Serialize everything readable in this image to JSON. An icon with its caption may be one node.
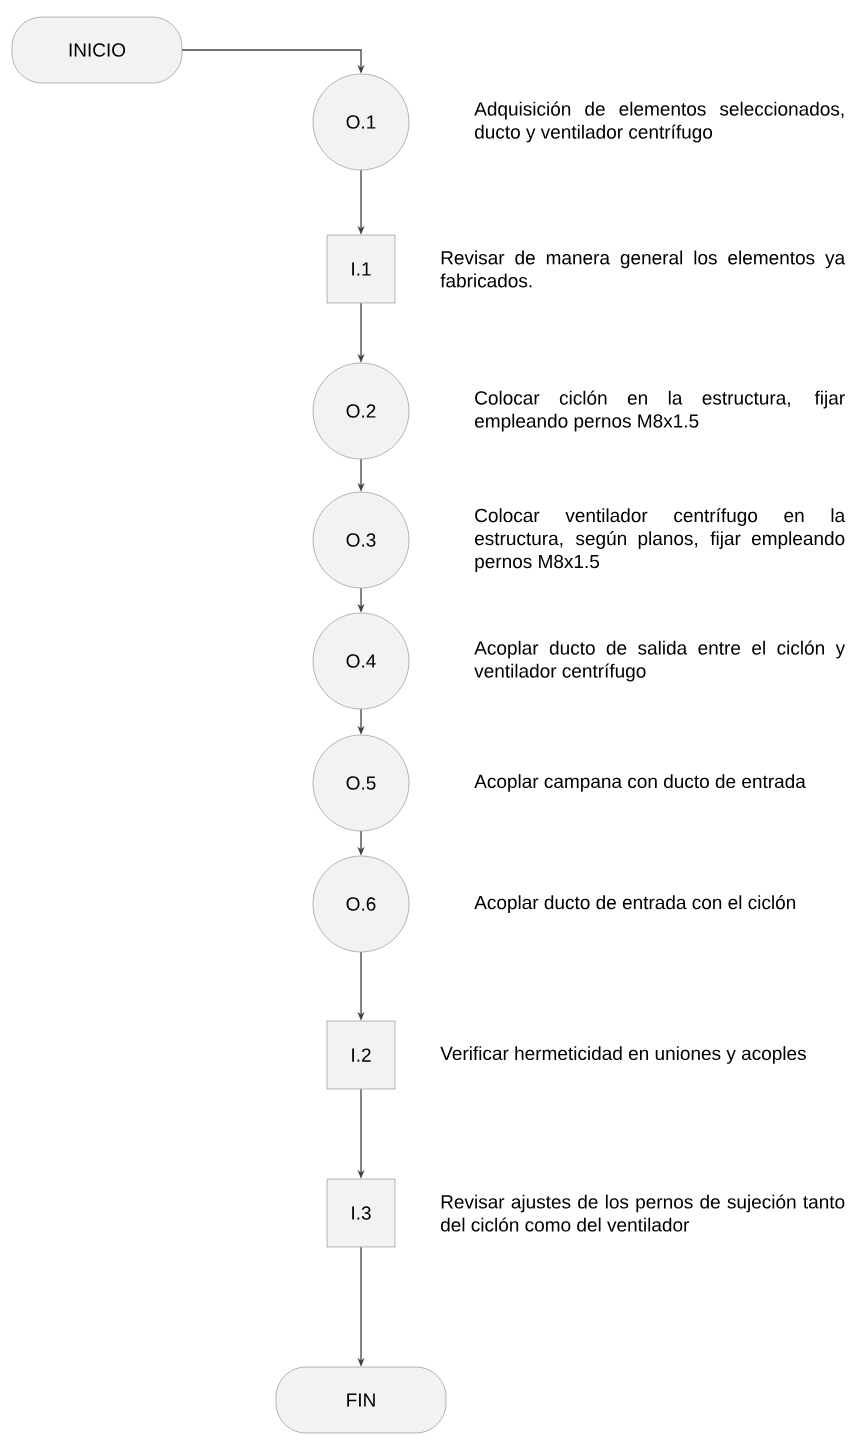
{
  "diagram": {
    "nodes": [
      {
        "text": [
          "INICIO"
        ]
      },
      {
        "text": [
          "O.1"
        ],
        "beside": [
          "Adquisición de elementos seleccionados, ducto y ventilador centrífugo"
        ]
      },
      {
        "text": [
          "I.1"
        ],
        "beside": [
          "Revisar de manera general los elementos ya fabricados."
        ]
      },
      {
        "text": [
          "O.2"
        ],
        "beside": [
          "Colocar ciclón en la estructura, fijar empleando pernos M8x1.5"
        ]
      },
      {
        "text": [
          "O.3"
        ],
        "beside": [
          "Colocar ventilador centrífugo en la estructura, según planos, fijar empleando pernos M8x1.5"
        ]
      },
      {
        "text": [
          "O.4"
        ],
        "beside": [
          "Acoplar ducto de salida entre el ciclón y ventilador centrífugo"
        ]
      },
      {
        "text": [
          "O.5"
        ],
        "beside": [
          "Acoplar campana con ducto de entrada"
        ]
      },
      {
        "text": [
          "O.6"
        ],
        "beside": [
          "Acoplar ducto de entrada con el ciclón"
        ]
      },
      {
        "text": [
          "I.2"
        ],
        "beside": [
          "Verificar hermeticidad en uniones y acoples"
        ]
      },
      {
        "text": [
          "I.3"
        ],
        "beside": [
          "Revisar ajustes de los pernos de sujeción tanto del ciclón como del ventilador"
        ]
      },
      {
        "text": [
          "FIN"
        ]
      }
    ],
    "edges": [
      {
        "from": 0,
        "to": 1,
        "arrow": "to"
      },
      {
        "from": 1,
        "to": 2,
        "arrow": "to"
      },
      {
        "from": 2,
        "to": 3,
        "arrow": "to"
      },
      {
        "from": 3,
        "to": 4,
        "arrow": "to"
      },
      {
        "from": 4,
        "to": 5,
        "arrow": "to"
      },
      {
        "from": 5,
        "to": 6,
        "arrow": "to"
      },
      {
        "from": 6,
        "to": 7,
        "arrow": "to"
      },
      {
        "from": 7,
        "to": 8,
        "arrow": "to"
      },
      {
        "from": 8,
        "to": 9,
        "arrow": "to"
      },
      {
        "from": 9,
        "to": 10,
        "arrow": "to"
      }
    ]
  }
}
